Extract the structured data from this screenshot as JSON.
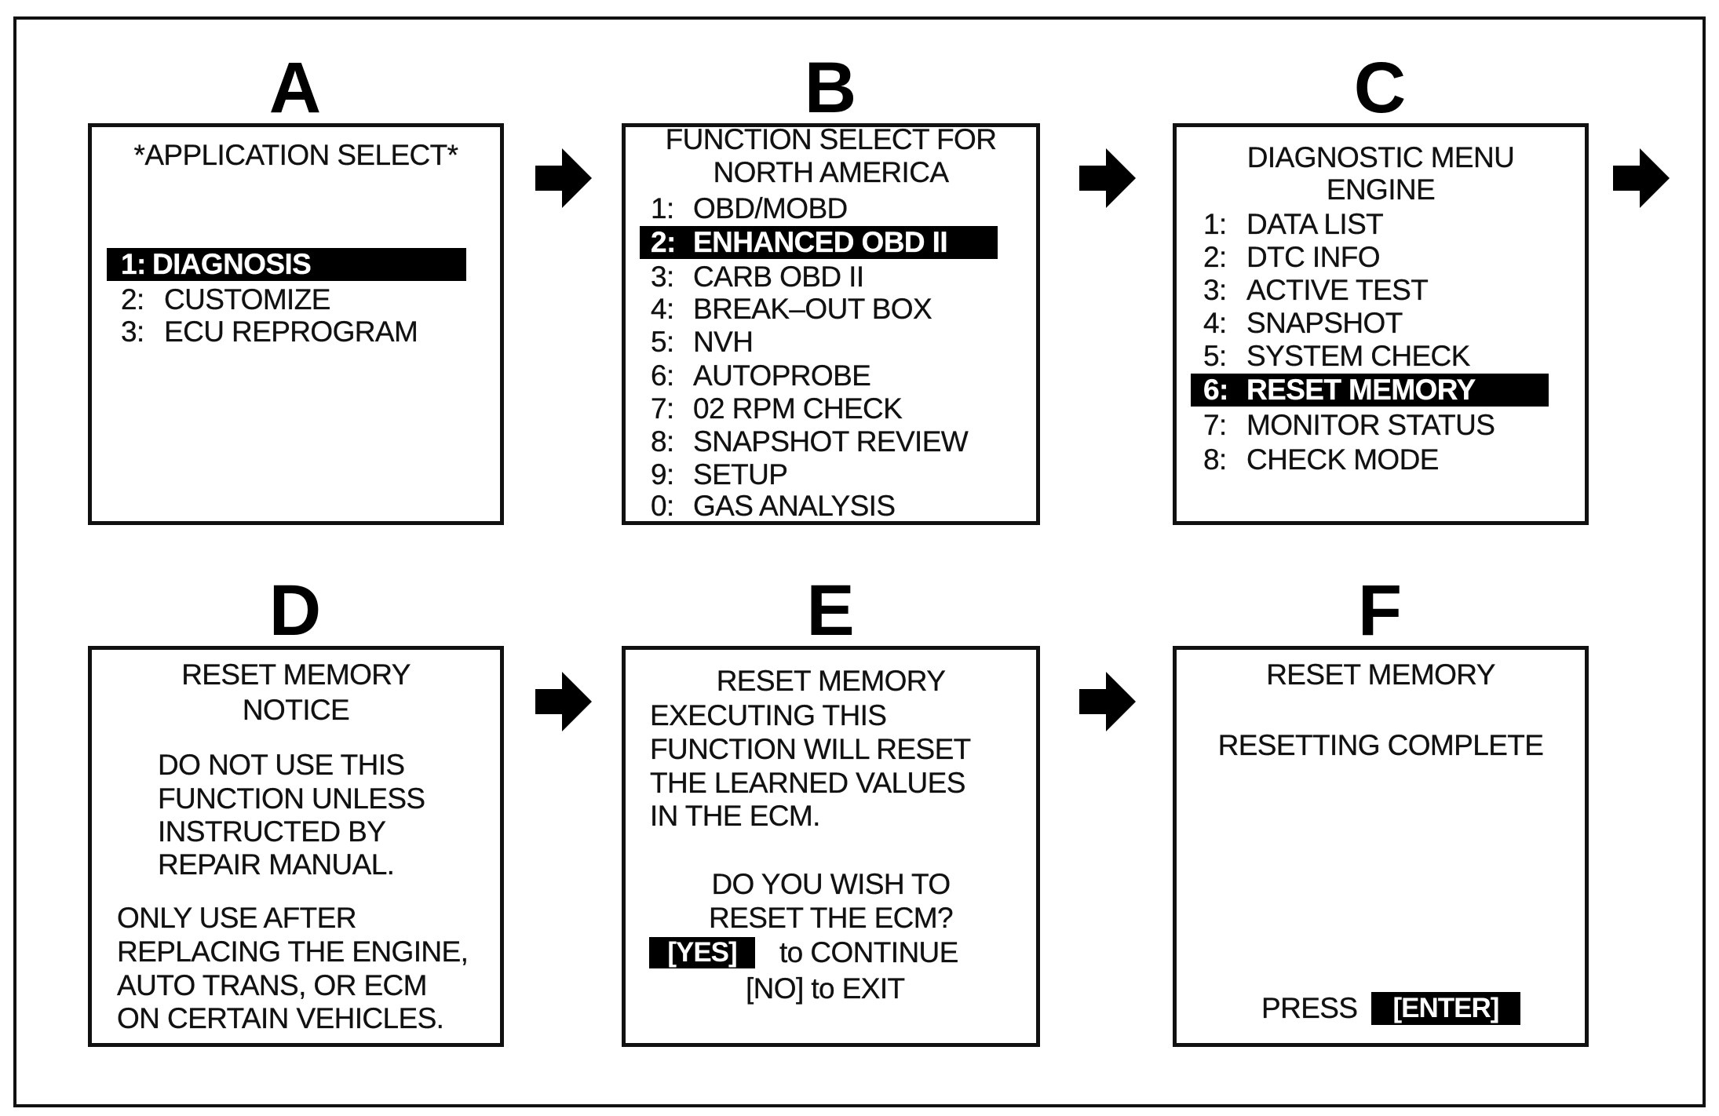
{
  "panels": {
    "a": {
      "letter": "A",
      "title": "*APPLICATION SELECT*",
      "items": [
        {
          "num": "1:",
          "label": "DIAGNOSIS",
          "selected": true
        },
        {
          "num": "2:",
          "label": "CUSTOMIZE"
        },
        {
          "num": "3:",
          "label": "ECU REPROGRAM"
        }
      ]
    },
    "b": {
      "letter": "B",
      "title_line1": "FUNCTION SELECT FOR",
      "title_line2": "NORTH AMERICA",
      "items": [
        {
          "num": "1:",
          "label": "OBD/MOBD"
        },
        {
          "num": "2:",
          "label": "ENHANCED OBD II",
          "selected": true
        },
        {
          "num": "3:",
          "label": "CARB OBD II"
        },
        {
          "num": "4:",
          "label": "BREAK–OUT BOX"
        },
        {
          "num": "5:",
          "label": "NVH"
        },
        {
          "num": "6:",
          "label": "AUTOPROBE"
        },
        {
          "num": "7:",
          "label": "02 RPM CHECK"
        },
        {
          "num": "8:",
          "label": "SNAPSHOT REVIEW"
        },
        {
          "num": "9:",
          "label": "SETUP"
        },
        {
          "num": "0:",
          "label": "GAS ANALYSIS"
        }
      ]
    },
    "c": {
      "letter": "C",
      "title_line1": "DIAGNOSTIC MENU",
      "title_line2": "ENGINE",
      "items": [
        {
          "num": "1:",
          "label": "DATA LIST"
        },
        {
          "num": "2:",
          "label": "DTC INFO"
        },
        {
          "num": "3:",
          "label": "ACTIVE TEST"
        },
        {
          "num": "4:",
          "label": "SNAPSHOT"
        },
        {
          "num": "5:",
          "label": "SYSTEM CHECK"
        },
        {
          "num": "6:",
          "label": "RESET MEMORY",
          "selected": true
        },
        {
          "num": "7:",
          "label": "MONITOR STATUS"
        },
        {
          "num": "8:",
          "label": "CHECK MODE"
        }
      ]
    },
    "d": {
      "letter": "D",
      "title_line1": "RESET MEMORY",
      "title_line2": "NOTICE",
      "warning": [
        "DO NOT USE THIS",
        "FUNCTION UNLESS",
        "INSTRUCTED BY",
        "REPAIR MANUAL."
      ],
      "note": [
        "ONLY USE AFTER",
        "REPLACING THE ENGINE,",
        "AUTO TRANS, OR ECM",
        "ON CERTAIN VEHICLES."
      ]
    },
    "e": {
      "letter": "E",
      "title": "RESET MEMORY",
      "body": [
        "EXECUTING THIS",
        "FUNCTION WILL RESET",
        "THE LEARNED VALUES",
        "IN THE ECM."
      ],
      "question": [
        "DO YOU WISH TO",
        "RESET THE ECM?"
      ],
      "yes_key": "[YES]",
      "yes_text": "to CONTINUE",
      "no_text": "[NO] to EXIT"
    },
    "f": {
      "letter": "F",
      "title": "RESET MEMORY",
      "status": "RESETTING COMPLETE",
      "press_label": "PRESS",
      "enter_key": "[ENTER]"
    }
  },
  "icons": {
    "flow_arrow": "right-block-arrow-icon"
  }
}
